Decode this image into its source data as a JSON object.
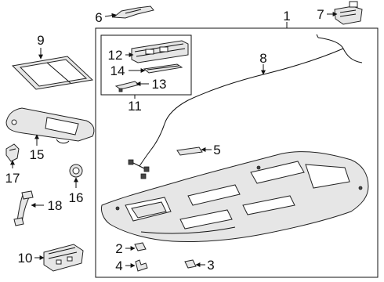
{
  "callouts": {
    "c1": "1",
    "c2": "2",
    "c3": "3",
    "c4": "4",
    "c5": "5",
    "c6": "6",
    "c7": "7",
    "c8": "8",
    "c9": "9",
    "c10": "10",
    "c11": "11",
    "c12": "12",
    "c13": "13",
    "c14": "14",
    "c15": "15",
    "c16": "16",
    "c17": "17",
    "c18": "18"
  },
  "colors": {
    "line": "#111111",
    "part_fill": "#e6e6e6",
    "background": "#ffffff"
  }
}
